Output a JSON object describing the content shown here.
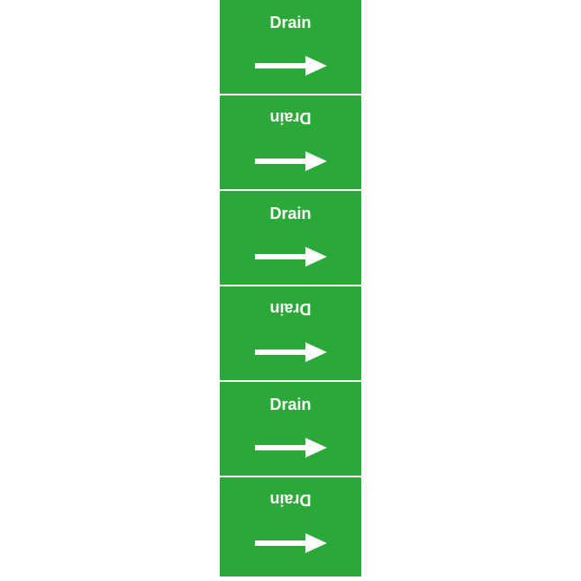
{
  "colors": {
    "label_background": "#2aa838",
    "text": "#ffffff",
    "page_background": "#ffffff"
  },
  "labels": [
    {
      "text": "Drain",
      "inverted": false,
      "arrow": "right-arrow-icon"
    },
    {
      "text": "Drain",
      "inverted": true,
      "arrow": "right-arrow-icon"
    },
    {
      "text": "Drain",
      "inverted": false,
      "arrow": "right-arrow-icon"
    },
    {
      "text": "Drain",
      "inverted": true,
      "arrow": "right-arrow-icon"
    },
    {
      "text": "Drain",
      "inverted": false,
      "arrow": "right-arrow-icon"
    },
    {
      "text": "Drain",
      "inverted": true,
      "arrow": "right-arrow-icon"
    }
  ]
}
